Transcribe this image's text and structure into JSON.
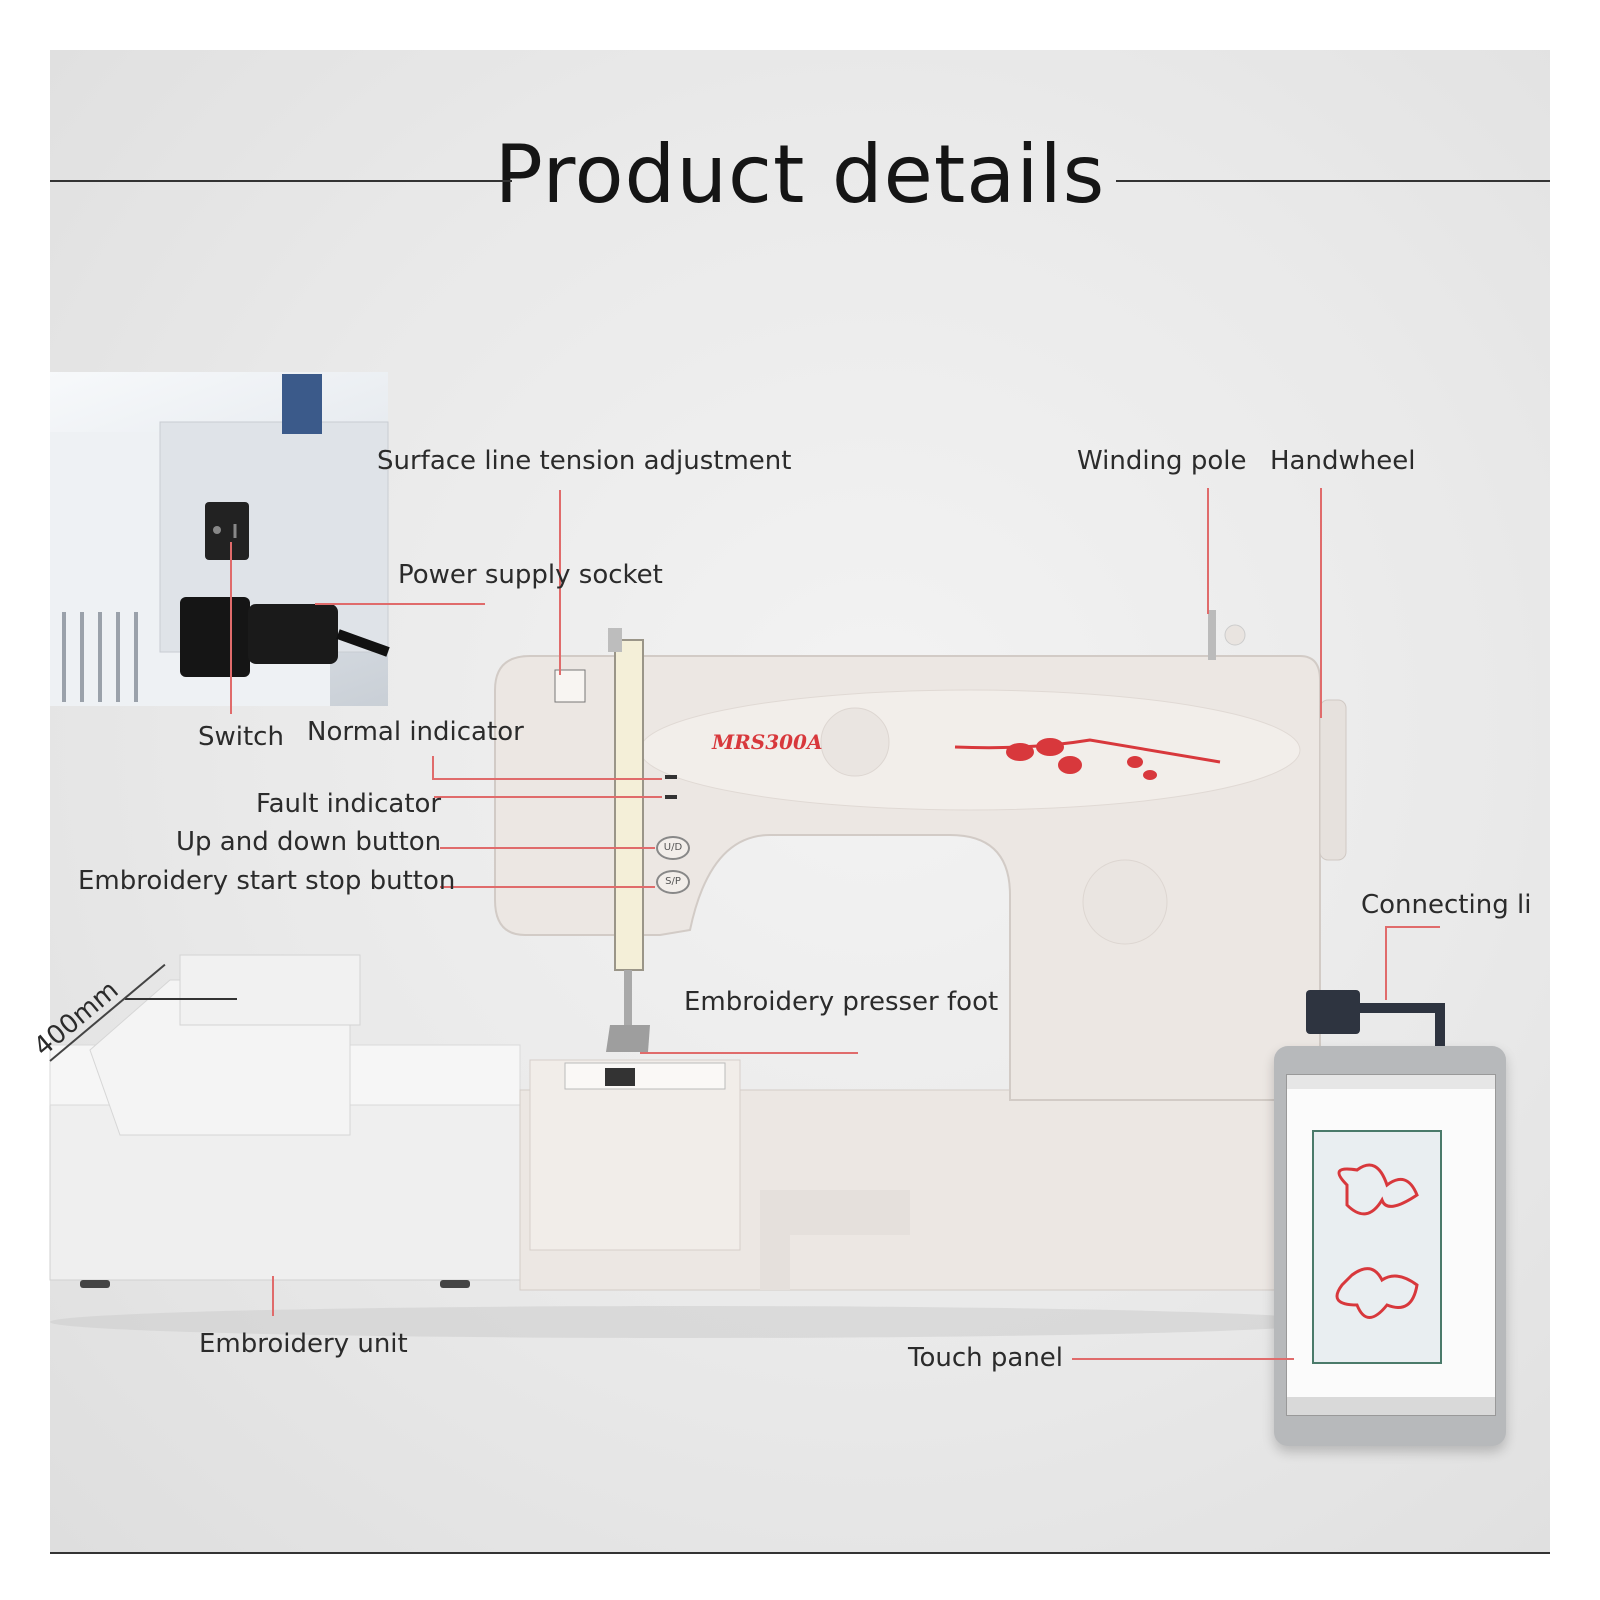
{
  "title": "Product details",
  "machine_badge": "MRS300A",
  "labels": {
    "surface_tension": "Surface line tension adjustment",
    "winding_pole": "Winding pole",
    "handwheel": "Handwheel",
    "power_socket": "Power supply socket",
    "switch": "Switch",
    "normal_indicator": "Normal indicator",
    "fault_indicator": "Fault indicator",
    "up_down_button": "Up and down button",
    "start_stop_button": "Embroidery start stop button",
    "connecting_line": "Connecting li",
    "presser_foot": "Embroidery presser foot",
    "dimension": "400mm",
    "embroidery_unit": "Embroidery unit",
    "touch_panel": "Touch panel"
  },
  "button_glyphs": {
    "up_down": "U/D",
    "start_stop": "S/P"
  },
  "colors": {
    "leader": "#e06b6b",
    "accent_red": "#d8383c",
    "machine_body": "#ece7e3"
  }
}
